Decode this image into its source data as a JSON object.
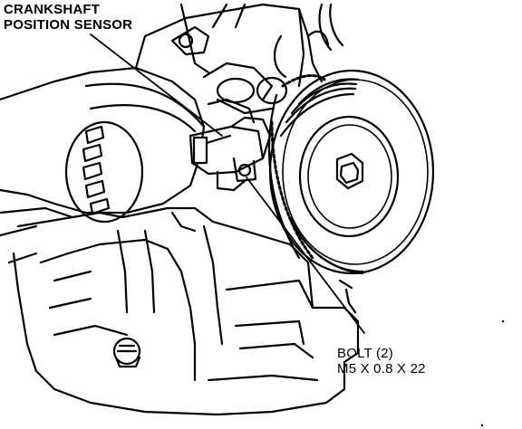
{
  "callouts": {
    "sensor": {
      "line1": "CRANKSHAFT",
      "line2": "POSITION SENSOR"
    },
    "bolt": {
      "line1": "BOLT (2)",
      "line2": "M5 X 0.8 X 22"
    }
  },
  "colors": {
    "ink": "#000000",
    "paper": "#ffffff"
  }
}
